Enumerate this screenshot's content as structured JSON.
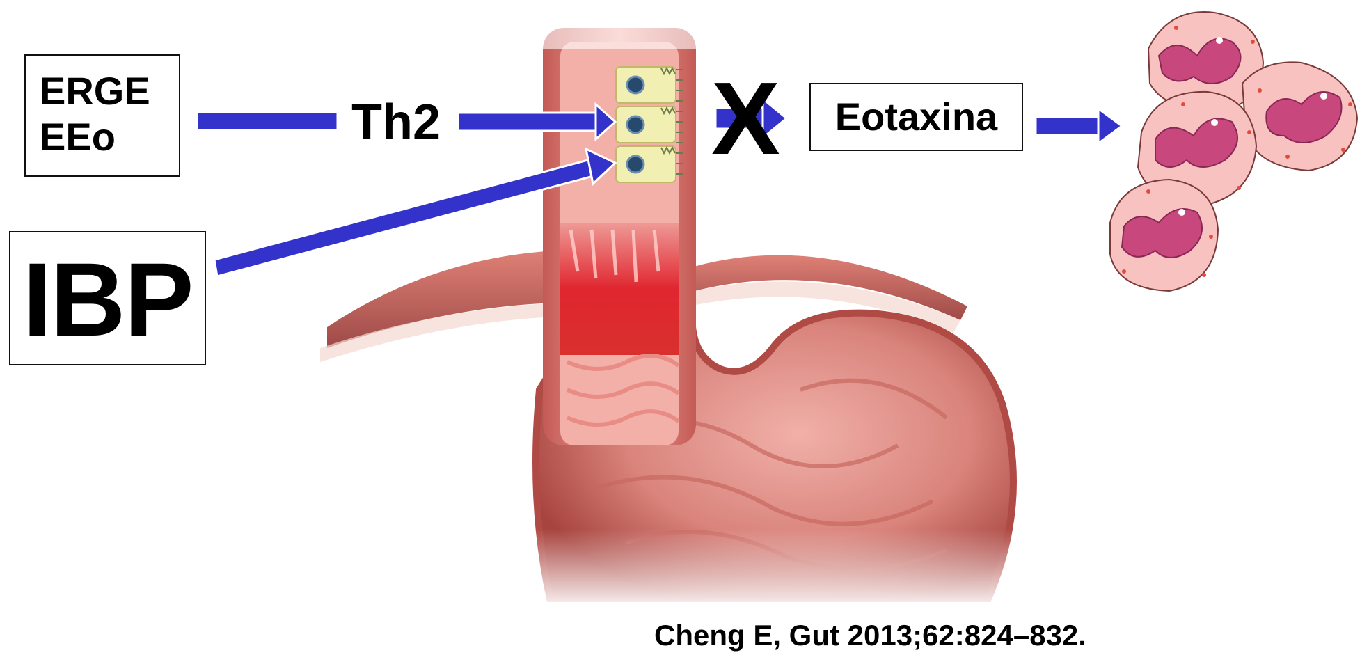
{
  "labels": {
    "erge_line1": "ERGE",
    "erge_line2": "EEo",
    "th2": "Th2",
    "ibp": "IBP",
    "blocked_mark": "X",
    "eotaxina": "Eotaxina",
    "citation": "Cheng E, Gut 2013;62:824–832."
  },
  "colors": {
    "arrow": "#3333cc",
    "box_border": "#111111",
    "text": "#000000",
    "esophagus_mucosa": "#e8888a",
    "inflamed_mucosa": "#e0262f",
    "diaphragm": "#b8463f",
    "epithelial_cell": "#f2efb3",
    "cell_nucleus": "#27496e",
    "eosinophil_cytoplasm": "#f7c2c0",
    "eosinophil_nucleus": "#c8487d",
    "eosinophil_granule": "#e4493b"
  },
  "icons": [
    "esophagus-stomach-illustration",
    "epithelial-cell-stack-icon",
    "eosinophil-cluster-icon"
  ]
}
